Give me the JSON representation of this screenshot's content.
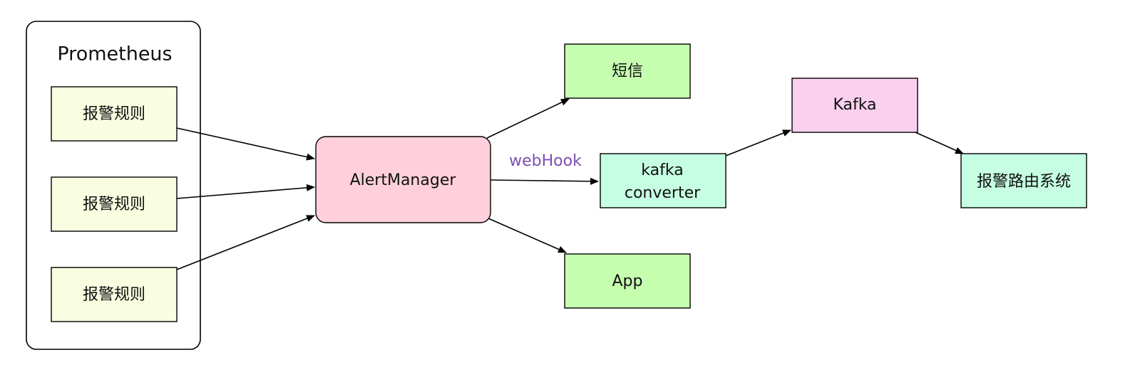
{
  "diagram": {
    "container": {
      "title": "Prometheus"
    },
    "nodes": {
      "rule1": {
        "label": "报警规则"
      },
      "rule2": {
        "label": "报警规则"
      },
      "rule3": {
        "label": "报警规则"
      },
      "alertmanager": {
        "label": "AlertManager"
      },
      "sms": {
        "label": "短信"
      },
      "converter": {
        "label_line1": "kafka",
        "label_line2": "converter"
      },
      "app": {
        "label": "App"
      },
      "kafka": {
        "label": "Kafka"
      },
      "routing": {
        "label": "报警路由系统"
      }
    },
    "edges": {
      "webhook_label": "webHook"
    },
    "colors": {
      "rule_fill": "#FAFEE1",
      "alertmanager_fill": "#FFD0DB",
      "output_fill": "#C6FEB0",
      "converter_fill": "#C6FEE3",
      "kafka_fill": "#F9D0EE",
      "edge_label": "#7E4FB2",
      "stroke": "#000000"
    }
  }
}
